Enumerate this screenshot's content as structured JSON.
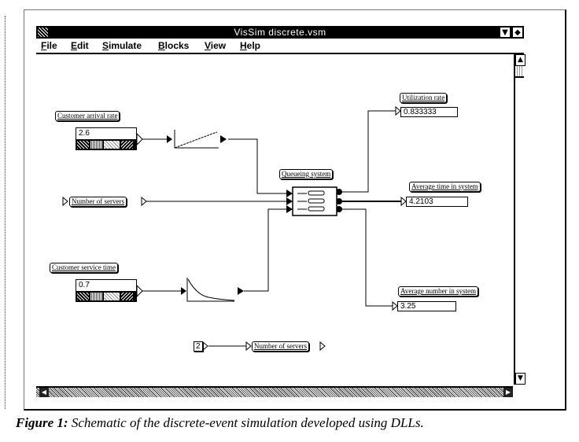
{
  "window": {
    "title": "VisSim discrete.vsm",
    "buttons": {
      "minimize": "▼",
      "maximize": "◆"
    }
  },
  "menubar": {
    "items": [
      {
        "key": "F",
        "rest": "ile"
      },
      {
        "key": "E",
        "rest": "dit"
      },
      {
        "key": "S",
        "rest": "imulate"
      },
      {
        "key": "B",
        "rest": "locks"
      },
      {
        "key": "V",
        "rest": "iew"
      },
      {
        "key": "H",
        "rest": "elp"
      }
    ]
  },
  "blocks": {
    "arrival_rate": {
      "label": "Customer arrival rate",
      "value": "2.6"
    },
    "num_servers_input": {
      "label": "Number of servers"
    },
    "service_time": {
      "label": "Customer service time",
      "value": "0.7"
    },
    "queue": {
      "label": "Queueing system"
    },
    "utilization": {
      "label": "Utilization rate",
      "value": "0.833333"
    },
    "avg_time": {
      "label": "Average time in system",
      "value": "4.2103"
    },
    "avg_number": {
      "label": "Average number in system",
      "value": "3.25"
    },
    "const_servers": {
      "value": "2",
      "label": "Number of servers"
    }
  },
  "scrollbars": {
    "up": "▲",
    "down": "▼",
    "left": "◀",
    "right": "▶"
  },
  "caption": {
    "figure": "Figure 1:",
    "text": "Schematic of the discrete-event simulation developed using DLLs."
  }
}
